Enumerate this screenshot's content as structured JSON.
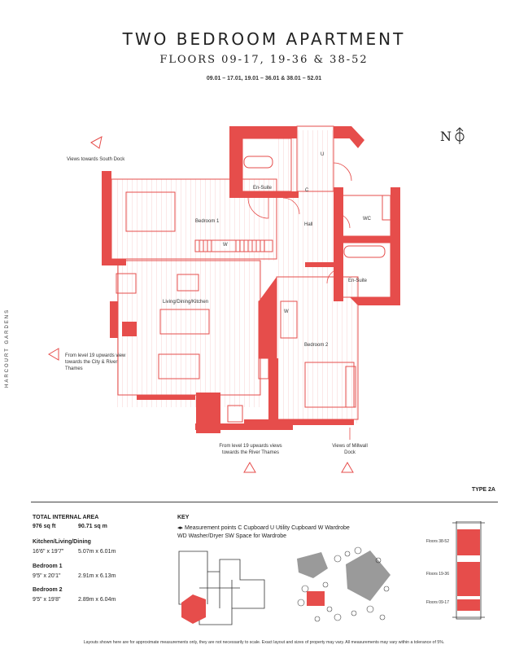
{
  "header": {
    "title": "TWO BEDROOM APARTMENT",
    "subtitle": "FLOORS 09-17, 19-36 & 38-52",
    "units": "09.01 – 17.01, 19.01 – 36.01 & 38.01 – 52.01"
  },
  "plan": {
    "north_label": "N",
    "rooms": {
      "ensuite_top": "En-Suite",
      "utility": "U",
      "cupboard": "C",
      "bedroom1": "Bedroom 1",
      "hall": "Hall",
      "wc": "WC",
      "wardrobe1": "W",
      "ensuite_right": "En-Suite",
      "living": "Living/Dining/Kitchen",
      "wardrobe2": "W",
      "bedroom2": "Bedroom 2"
    },
    "views": {
      "south_dock": "Views towards South Dock",
      "city": "From level 19 upwards view towards the City & River Thames",
      "river": "From level 19 upwards views towards the River Thames",
      "millwall": "Views of Millwall Dock"
    },
    "side_label": "HARCOURT GARDENS"
  },
  "type_label": "TYPE 2A",
  "areas": {
    "heading": "TOTAL INTERNAL AREA",
    "total_sqft": "976 sq ft",
    "total_sqm": "90.71 sq m",
    "rooms": [
      {
        "name": "Kitchen/Living/Dining",
        "imperial": "16'6\" x 19'7\"",
        "metric": "5.07m x 6.01m"
      },
      {
        "name": "Bedroom 1",
        "imperial": "9'5\" x 20'1\"",
        "metric": "2.91m x 6.13m"
      },
      {
        "name": "Bedroom 2",
        "imperial": "9'5\" x 19'8\"",
        "metric": "2.89m x 6.04m"
      }
    ]
  },
  "key": {
    "heading": "KEY",
    "line1": "◂▸ Measurement points   C Cupboard   U Utility Cupboard   W Wardrobe",
    "line2": "WD Washer/Dryer   SW Space for Wardrobe"
  },
  "floors": [
    "Floors 38-52",
    "Floors 19-36",
    "Floors 09-17"
  ],
  "disclaimer": "Layouts shown here are for approximate measurements only, they are not necessarily to scale. Exact layout and sizes of property may vary. All measurements may vary within a tolerance of 5%.",
  "colors": {
    "accent": "#e64d4b",
    "text": "#222222",
    "wall": "#e64d4b",
    "grey": "#9a9a9a"
  }
}
